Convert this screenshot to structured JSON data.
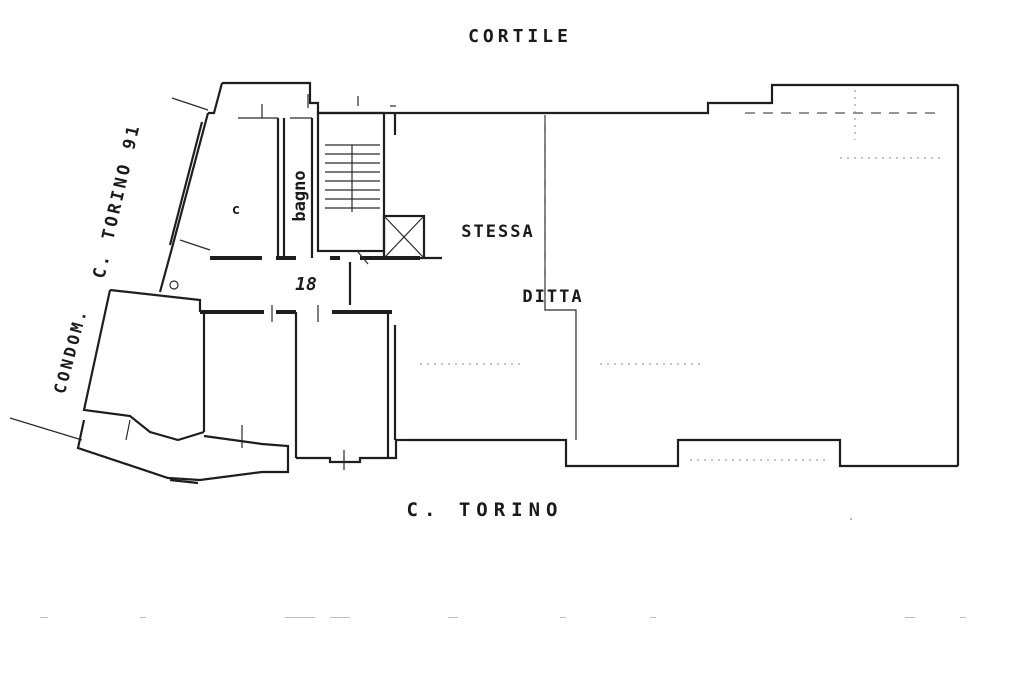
{
  "labels": {
    "cortile": "CORTILE",
    "corso_torino": "C. TORINO",
    "corso_torino_91": "C. TORINO 91",
    "condom": "CONDOM.",
    "stessa": "STESSA",
    "ditta": "DITTA",
    "bagno": "bagno",
    "cucina": "c",
    "unit_number": "18"
  },
  "colors": {
    "ink": "#1e1e1e",
    "paper": "#ffffff"
  }
}
